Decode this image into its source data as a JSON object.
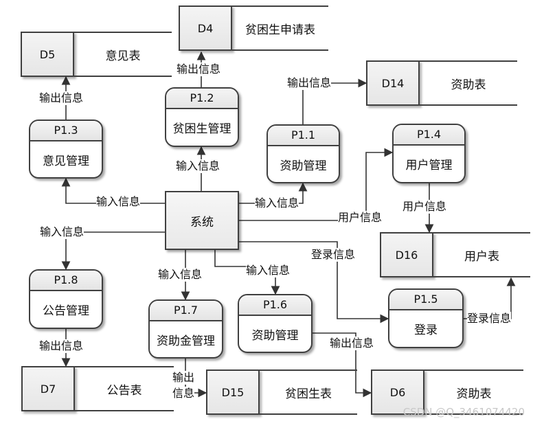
{
  "system": {
    "label": "系统"
  },
  "processes": {
    "p11": {
      "id": "P1.1",
      "name": "资助管理"
    },
    "p12": {
      "id": "P1.2",
      "name": "贫困生管理"
    },
    "p13": {
      "id": "P1.3",
      "name": "意见管理"
    },
    "p14": {
      "id": "P1.4",
      "name": "用户管理"
    },
    "p15": {
      "id": "P1.5",
      "name": "登录"
    },
    "p16": {
      "id": "P1.6",
      "name": "资助管理"
    },
    "p17": {
      "id": "P1.7",
      "name": "资助金管理"
    },
    "p18": {
      "id": "P1.8",
      "name": "公告管理"
    }
  },
  "stores": {
    "d4": {
      "id": "D4",
      "name": "贫困生申请表"
    },
    "d5": {
      "id": "D5",
      "name": "意见表"
    },
    "d14": {
      "id": "D14",
      "name": "资助表"
    },
    "d16": {
      "id": "D16",
      "name": "用户表"
    },
    "d7": {
      "id": "D7",
      "name": "公告表"
    },
    "d15": {
      "id": "D15",
      "name": "贫困生表"
    },
    "d6": {
      "id": "D6",
      "name": "资助表"
    }
  },
  "flows": {
    "out_d4": "输出信息",
    "out_d5": "输出信息",
    "out_d14": "输出信息",
    "in_p12": "输入信息",
    "in_p13": "输入信息",
    "in_p11": "输入信息",
    "user_info_sys": "用户信息",
    "user_info_d16": "用户信息",
    "in_p18": "输入信息",
    "in_p17": "输入信息",
    "in_p16": "输入信息",
    "login_info": "登录信息",
    "login_info_d16": "登录信息",
    "out_d7": "输出信息",
    "out_d15_line1": "输出",
    "out_d15_line2": "信息",
    "out_d6": "输出信息"
  },
  "watermark": "CSDN @Q_3461074420"
}
